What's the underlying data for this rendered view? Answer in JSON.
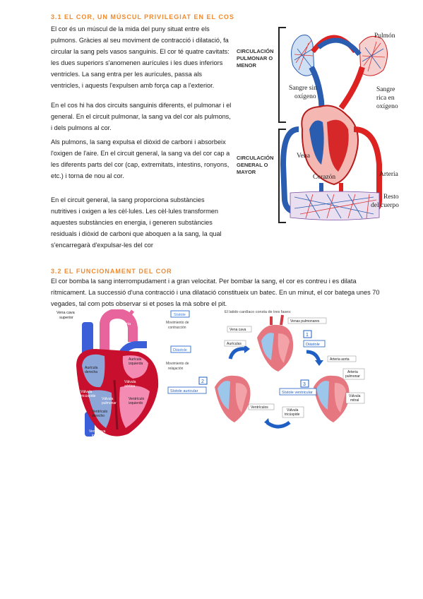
{
  "section1": {
    "heading": "3.1 EL COR, UN MÚSCUL PRIVILEGIAT EN EL COS",
    "paragraphs": [
      "El cor és un múscul de la mida del puny situat entre els pulmons. Gràcies al seu moviment de contracció i dilatació, fa circular la sang pels vasos sanguinis. El cor té quatre cavitats: les dues superiors s'anomenen aurícules i les dues inferiors ventricles. La sang entra per les aurícules, passa als ventricles, i aquests l'expulsen amb força cap a l'exterior.",
      "En el cos hi ha dos circuits sanguinis diferents, el pulmonar i el general. En el circuit pulmonar, la sang va del cor als pulmons, i dels pulmons al cor.",
      "Als pulmons, la sang expulsa el diòxid de carboni i absorbeix l'oxigen de l'aire. En el circuit general, la sang va del cor cap a les diferents parts del cor (cap, extremitats, intestins, ronyons, etc.) i torna de nou al cor.",
      "En el circuit general, la sang proporciona substàncies nutritives i oxigen a les cèl·lules. Les cèl·lules transformen aquestes substàncies en energia, i generen substàncies residuals i diòxid de carboni que aboquen a la sang, la qual s'encarregarà d'expulsar-les del cor"
    ]
  },
  "circulation_figure": {
    "label_pulmonary_1": "CIRCULACIÓN",
    "label_pulmonary_2": "PULMONAR O",
    "label_pulmonary_3": "MENOR",
    "label_general_1": "CIRCULACIÓN",
    "label_general_2": "GENERAL O",
    "label_general_3": "MAYOR",
    "pulmon": "Pulmón",
    "sangre_sin_1": "Sangre sin",
    "sangre_sin_2": "oxígeno",
    "sangre_rica_1": "Sangre",
    "sangre_rica_2": "rica en",
    "sangre_rica_3": "oxígeno",
    "vena": "Vena",
    "corazon": "Corazón",
    "arteria": "Arteria",
    "resto_1": "Resto",
    "resto_2": "del cuerpo"
  },
  "section2": {
    "heading": "3.2 EL FUNCIONAMENT DEL COR",
    "paragraph": "El cor bomba la sang interrompudament i a gran velocitat. Per bombar la sang, el cor es contreu i es dilata rítmicament. La successió d'una contracció i una dilatació constitueix un batec. En un minut, el cor batega unes 70 vegades, tal com pots observar si et poses la mà sobre el pit."
  },
  "heart_figure": {
    "vena_cava_superior_1": "Vena cava",
    "vena_cava_superior_2": "superior",
    "aorta": "Aorta",
    "auricula_izquierda_1": "Aurícula",
    "auricula_izquierda_2": "izquierda",
    "auricula_derecha_1": "Aurícula",
    "auricula_derecha_2": "derecha",
    "valvula_aortica_1": "Válvula",
    "valvula_aortica_2": "aórtica",
    "valvula_tricuspide_1": "Válvula",
    "valvula_tricuspide_2": "tricúspide",
    "valvula_pulmonar_1": "Válvula",
    "valvula_pulmonar_2": "pulmonar",
    "ventriculo_izquierdo_1": "Ventrículo",
    "ventriculo_izquierdo_2": "izquierdo",
    "ventriculo_derecho_1": "Ventrículo",
    "ventriculo_derecho_2": "derecho",
    "vena_cava_inferior_1": "Vena cava",
    "vena_cava_inferior_2": "inferior"
  },
  "cycle_figure": {
    "title": "El latido cardíaco consta de tres fases:",
    "legend_sistole": "Sístole",
    "legend_sistole_desc_1": "Movimiento de",
    "legend_sistole_desc_2": "contracción",
    "legend_diastole": "Diástole",
    "legend_diastole_desc_1": "Movimiento de",
    "legend_diastole_desc_2": "relajación",
    "venas_pulmonares": "Venas pulmonares",
    "vena_cava": "Vena cava",
    "auriculas": "Aurículas",
    "num1": "1",
    "diastole": "Diástole",
    "arteria_aorta": "Arteria aorta",
    "arteria_pulmonar_1": "Arteria",
    "arteria_pulmonar_2": "pulmonar",
    "num2": "2",
    "sistole_auricular": "Sístole auricular",
    "num3": "3",
    "sistole_ventricular": "Sístole ventricular",
    "valvula_mitral_1": "Válvula",
    "valvula_mitral_2": "mitral",
    "ventriculos": "Ventrículos",
    "valvula_tricuspide_1": "Válvula",
    "valvula_tricuspide_2": "tricúspide"
  }
}
